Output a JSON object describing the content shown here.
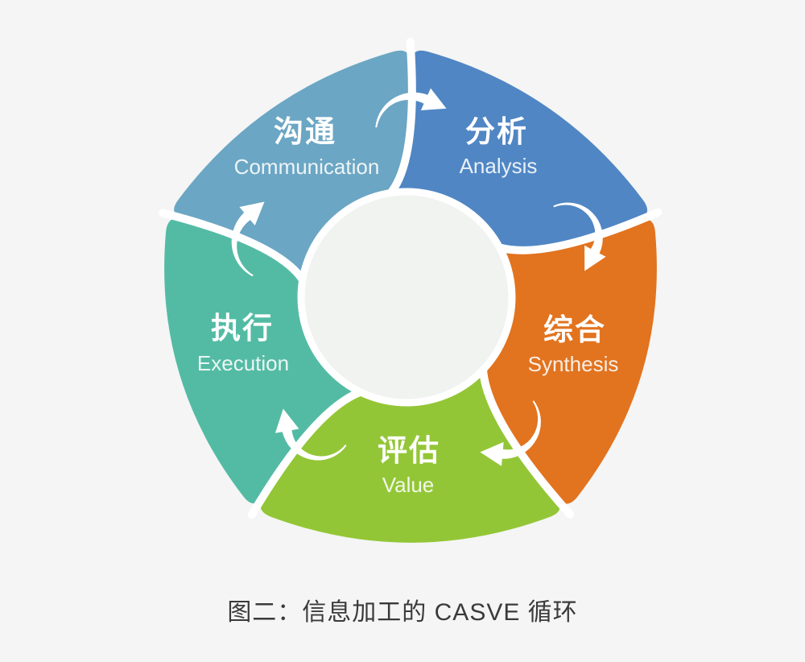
{
  "page": {
    "background": "#F4F5F4"
  },
  "figure": {
    "caption": "图二：信息加工的 CASVE 循环",
    "caption_color": "#3A3A3A",
    "cycle": {
      "name": "CASVE cycle",
      "direction": "clockwise",
      "hole_color": "#F1F3F1",
      "gap_color": "#FFFFFF",
      "arrow_color": "#FFFFFF",
      "segments": [
        {
          "id": "communication",
          "zh": "沟通",
          "en": "Communication",
          "color": "#6BA6C4"
        },
        {
          "id": "analysis",
          "zh": "分析",
          "en": "Analysis",
          "color": "#5086C4"
        },
        {
          "id": "synthesis",
          "zh": "综合",
          "en": "Synthesis",
          "color": "#E2731F"
        },
        {
          "id": "value",
          "zh": "评估",
          "en": "Value",
          "color": "#93C636"
        },
        {
          "id": "execution",
          "zh": "执行",
          "en": "Execution",
          "color": "#53BBA4"
        }
      ],
      "flow_order": [
        "communication",
        "analysis",
        "synthesis",
        "value",
        "execution"
      ]
    }
  }
}
